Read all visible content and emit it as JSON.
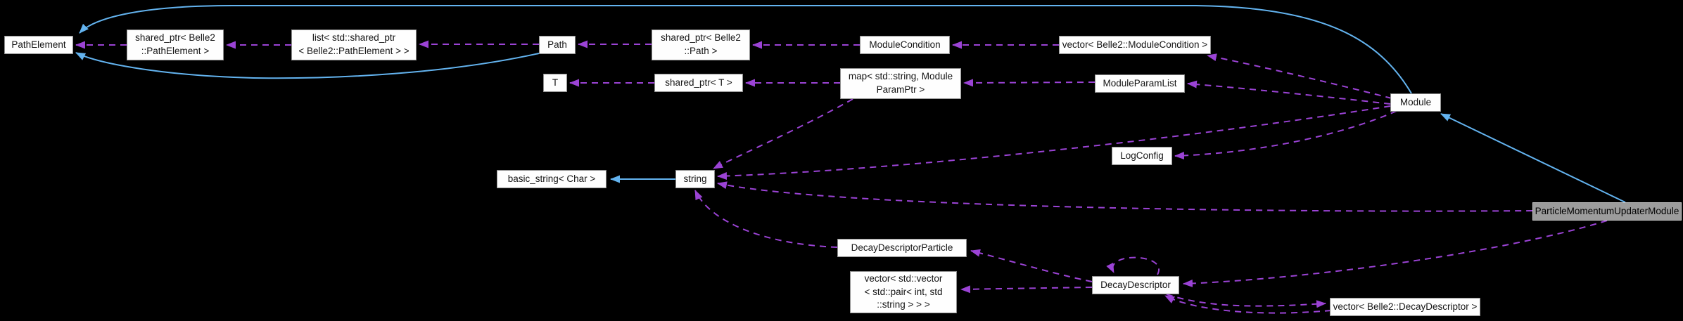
{
  "colors": {
    "background": "#000000",
    "node_fill": "#fefefe",
    "node_border": "#8f8f8f",
    "node_text": "#141414",
    "selected_fill": "#9c9c9c",
    "selected_border": "#c6c6c6",
    "usage_edge": "#9b43d5",
    "inheritance_edge": "#63b3ef"
  },
  "selected_node": "ParticleMomentumUpdaterModule",
  "nodes": {
    "pathelement": {
      "label": "PathElement"
    },
    "shared_ptr_pathelement": {
      "label": "shared_ptr< Belle2\n::PathElement >"
    },
    "list_shared_ptr_pathelement": {
      "label": "list< std::shared_ptr\n< Belle2::PathElement > >"
    },
    "path": {
      "label": "Path"
    },
    "shared_ptr_path": {
      "label": "shared_ptr< Belle2\n::Path >"
    },
    "module_condition": {
      "label": "ModuleCondition"
    },
    "vector_module_condition": {
      "label": "vector< Belle2::ModuleCondition >"
    },
    "t": {
      "label": "T"
    },
    "shared_ptr_t": {
      "label": "shared_ptr< T >"
    },
    "map_module_param_ptr": {
      "label": "map< std::string, Module\nParamPtr >"
    },
    "module_param_list": {
      "label": "ModuleParamList"
    },
    "module": {
      "label": "Module"
    },
    "log_config": {
      "label": "LogConfig"
    },
    "basic_string_char": {
      "label": "basic_string< Char >"
    },
    "string": {
      "label": "string"
    },
    "particle_momentum_updater_module": {
      "label": "ParticleMomentumUpdaterModule"
    },
    "decay_descriptor_particle": {
      "label": "DecayDescriptorParticle"
    },
    "vector_pair_int_string": {
      "label": "vector< std::vector\n< std::pair< int, std\n::string > > >"
    },
    "decay_descriptor": {
      "label": "DecayDescriptor"
    },
    "vector_decay_descriptor": {
      "label": "vector< Belle2::DecayDescriptor >"
    }
  },
  "edges": [
    {
      "from": "shared_ptr< Belle2::PathElement >",
      "to": "PathElement",
      "type": "usage"
    },
    {
      "from": "list< std::shared_ptr< Belle2::PathElement > >",
      "to": "shared_ptr< Belle2::PathElement >",
      "type": "usage"
    },
    {
      "from": "Path",
      "to": "list< std::shared_ptr< Belle2::PathElement > >",
      "type": "usage"
    },
    {
      "from": "Path",
      "to": "PathElement",
      "type": "inheritance"
    },
    {
      "from": "shared_ptr< Belle2::Path >",
      "to": "Path",
      "type": "usage"
    },
    {
      "from": "ModuleCondition",
      "to": "shared_ptr< Belle2::Path >",
      "type": "usage"
    },
    {
      "from": "vector< Belle2::ModuleCondition >",
      "to": "ModuleCondition",
      "type": "usage"
    },
    {
      "from": "Module",
      "to": "vector< Belle2::ModuleCondition >",
      "type": "usage"
    },
    {
      "from": "Module",
      "to": "ModuleParamList",
      "type": "usage"
    },
    {
      "from": "Module",
      "to": "LogConfig",
      "type": "usage"
    },
    {
      "from": "Module",
      "to": "string",
      "type": "usage"
    },
    {
      "from": "Module",
      "to": "PathElement",
      "type": "inheritance"
    },
    {
      "from": "shared_ptr< T >",
      "to": "T",
      "type": "usage"
    },
    {
      "from": "map< std::string, ModuleParamPtr >",
      "to": "shared_ptr< T >",
      "type": "usage"
    },
    {
      "from": "map< std::string, ModuleParamPtr >",
      "to": "string",
      "type": "usage"
    },
    {
      "from": "ModuleParamList",
      "to": "map< std::string, ModuleParamPtr >",
      "type": "usage"
    },
    {
      "from": "string",
      "to": "basic_string< Char >",
      "type": "inheritance"
    },
    {
      "from": "ParticleMomentumUpdaterModule",
      "to": "Module",
      "type": "inheritance"
    },
    {
      "from": "ParticleMomentumUpdaterModule",
      "to": "string",
      "type": "usage"
    },
    {
      "from": "ParticleMomentumUpdaterModule",
      "to": "DecayDescriptor",
      "type": "usage"
    },
    {
      "from": "DecayDescriptorParticle",
      "to": "string",
      "type": "usage"
    },
    {
      "from": "DecayDescriptor",
      "to": "DecayDescriptorParticle",
      "type": "usage"
    },
    {
      "from": "DecayDescriptor",
      "to": "vector< std::vector< std::pair< int, std::string > > >",
      "type": "usage"
    },
    {
      "from": "DecayDescriptor",
      "to": "DecayDescriptor",
      "type": "usage"
    },
    {
      "from": "DecayDescriptor",
      "to": "vector< Belle2::DecayDescriptor >",
      "type": "usage"
    },
    {
      "from": "vector< Belle2::DecayDescriptor >",
      "to": "DecayDescriptor",
      "type": "usage"
    }
  ]
}
